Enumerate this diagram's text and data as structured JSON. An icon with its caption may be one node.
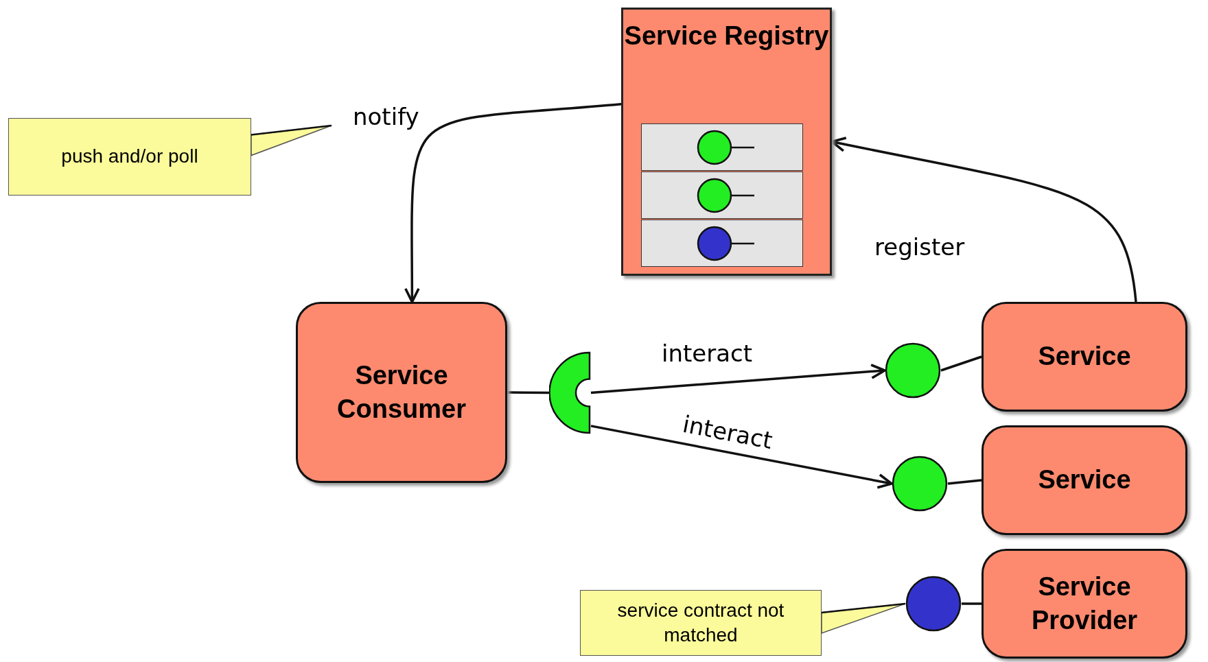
{
  "diagram": {
    "nodes": [
      {
        "text": [
          "Service Registry"
        ]
      },
      {
        "text": [
          "Service Consumer"
        ]
      },
      {
        "text": [],
        "shape": "semicircle"
      },
      {
        "text": [],
        "shape": "circle"
      },
      {
        "text": [],
        "shape": "circle"
      },
      {
        "text": [],
        "shape": "circle"
      },
      {
        "text": [
          "Service"
        ]
      },
      {
        "text": [
          "Service"
        ]
      },
      {
        "text": [
          "Service Provider"
        ]
      },
      {
        "text": [
          "push and/or poll"
        ]
      },
      {
        "text": [
          "service contract not matched"
        ]
      }
    ],
    "edges": [
      {
        "from": 0,
        "to": 1,
        "arrow": "to",
        "label": "notify"
      },
      {
        "from": 6,
        "to": 0,
        "arrow": "to",
        "label": "register"
      },
      {
        "from": 1,
        "to": 2,
        "arrow": "none"
      },
      {
        "from": 2,
        "to": 3,
        "arrow": "to",
        "label": "interact"
      },
      {
        "from": 2,
        "to": 4,
        "arrow": "to",
        "label": "interact"
      },
      {
        "from": 3,
        "to": 6,
        "arrow": "none"
      },
      {
        "from": 4,
        "to": 7,
        "arrow": "none"
      },
      {
        "from": 5,
        "to": 8,
        "arrow": "none"
      },
      {
        "from": 9,
        "to": null,
        "arrow": "none"
      },
      {
        "from": 10,
        "to": 5,
        "arrow": "none"
      }
    ]
  }
}
